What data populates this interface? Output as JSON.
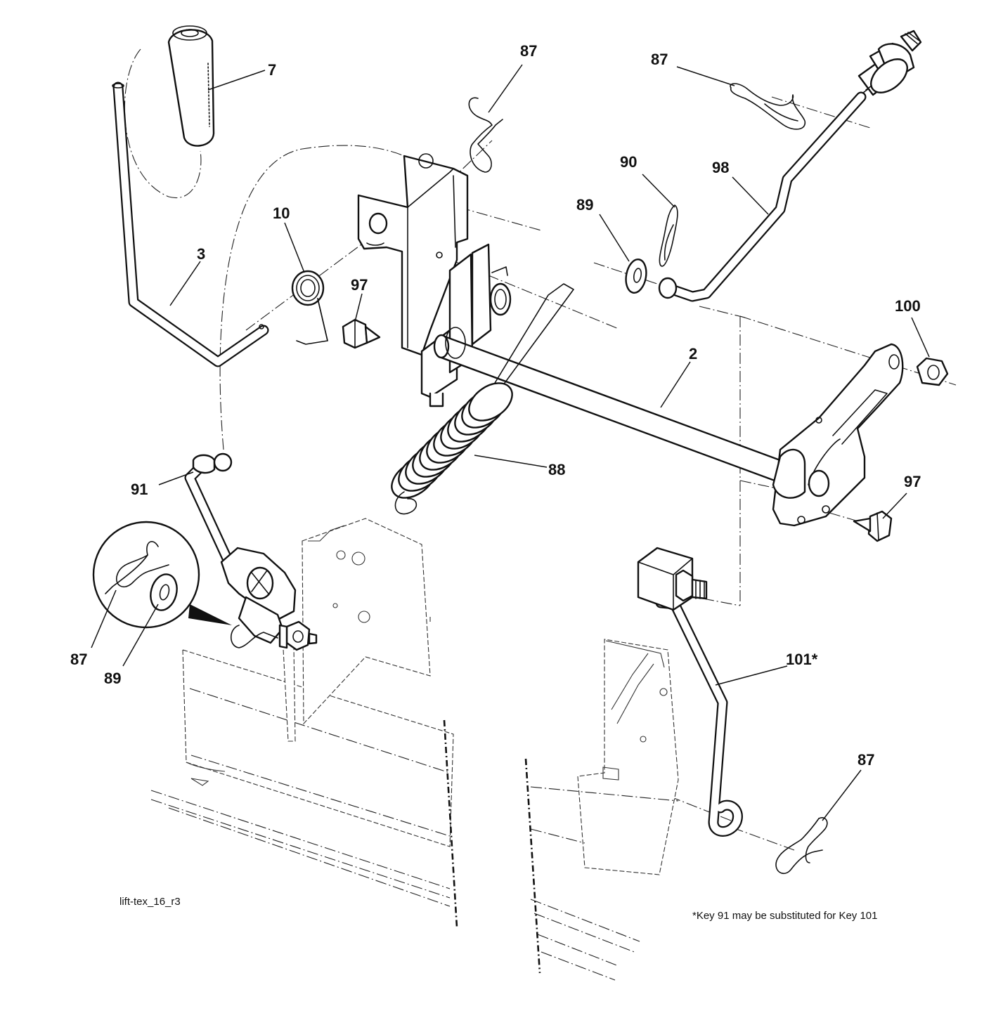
{
  "diagram": {
    "drawing_id": "lift-tex_16_r3",
    "footnote": "*Key 91 may be substituted for Key 101",
    "callouts": [
      {
        "id": "c7",
        "text": "7"
      },
      {
        "id": "c87a",
        "text": "87"
      },
      {
        "id": "c87b",
        "text": "87"
      },
      {
        "id": "c90",
        "text": "90"
      },
      {
        "id": "c98",
        "text": "98"
      },
      {
        "id": "c89a",
        "text": "89"
      },
      {
        "id": "c10",
        "text": "10"
      },
      {
        "id": "c3",
        "text": "3"
      },
      {
        "id": "c97a",
        "text": "97"
      },
      {
        "id": "c2",
        "text": "2"
      },
      {
        "id": "c100",
        "text": "100"
      },
      {
        "id": "c88",
        "text": "88"
      },
      {
        "id": "c91",
        "text": "91"
      },
      {
        "id": "c97b",
        "text": "97"
      },
      {
        "id": "c87c",
        "text": "87"
      },
      {
        "id": "c89b",
        "text": "89"
      },
      {
        "id": "c101",
        "text": "101*"
      },
      {
        "id": "c87d",
        "text": "87"
      }
    ]
  }
}
